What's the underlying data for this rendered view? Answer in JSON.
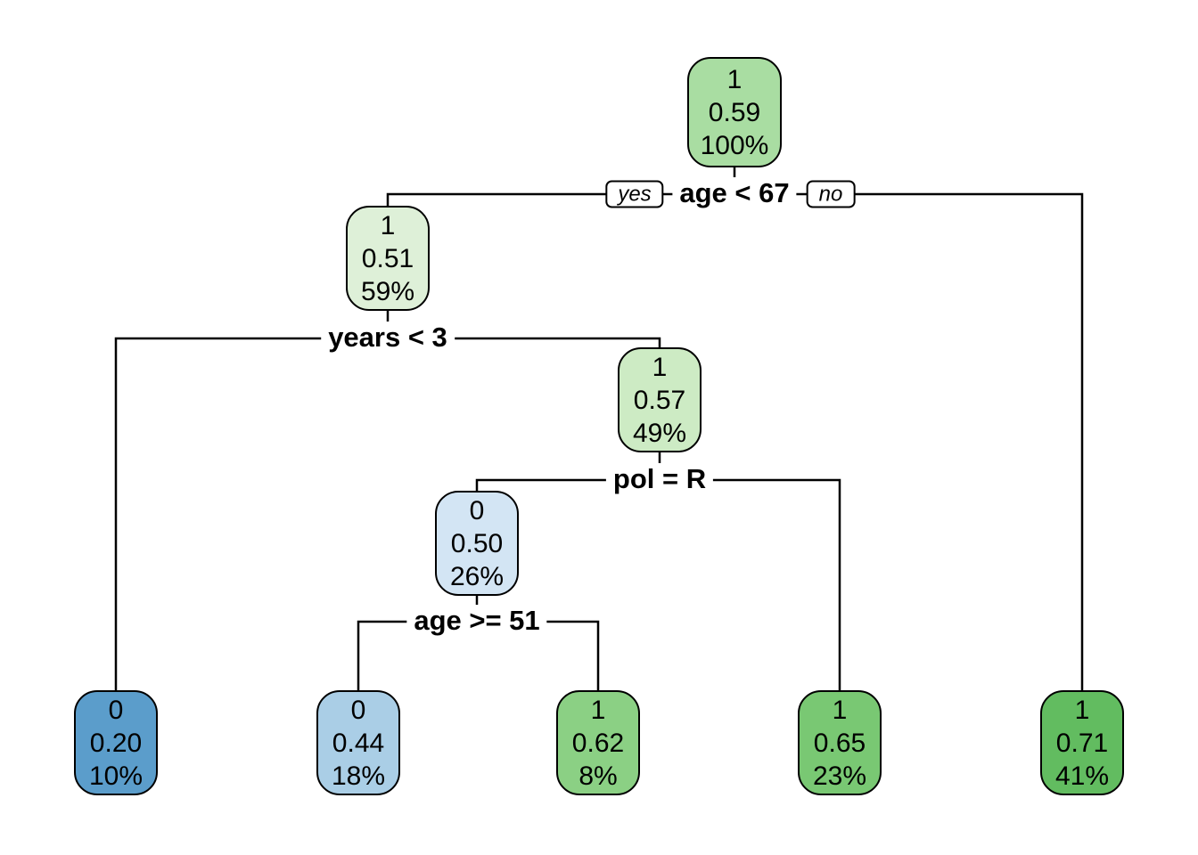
{
  "figure": {
    "type": "rpart-decision-tree",
    "background_color": "#ffffff",
    "branch_color": "#000000"
  },
  "branch_labels": {
    "yes": "yes",
    "no": "no"
  },
  "splits": [
    {
      "condition": "age < 67"
    },
    {
      "condition": "years < 3"
    },
    {
      "condition": "pol = R"
    },
    {
      "condition": "age >= 51"
    }
  ],
  "nodes": [
    {
      "class": "1",
      "prob": "0.59",
      "coverage": "100%",
      "fill": "#a9dda2"
    },
    {
      "class": "1",
      "prob": "0.51",
      "coverage": "59%",
      "fill": "#def0d8"
    },
    {
      "class": "0",
      "prob": "0.20",
      "coverage": "10%",
      "fill": "#5b9dcb"
    },
    {
      "class": "1",
      "prob": "0.57",
      "coverage": "49%",
      "fill": "#cdebc4"
    },
    {
      "class": "0",
      "prob": "0.50",
      "coverage": "26%",
      "fill": "#d3e5f4"
    },
    {
      "class": "0",
      "prob": "0.44",
      "coverage": "18%",
      "fill": "#aacee6"
    },
    {
      "class": "1",
      "prob": "0.62",
      "coverage": "8%",
      "fill": "#8bd084"
    },
    {
      "class": "1",
      "prob": "0.65",
      "coverage": "23%",
      "fill": "#79c873"
    },
    {
      "class": "1",
      "prob": "0.71",
      "coverage": "41%",
      "fill": "#62bc60"
    }
  ],
  "tree": {
    "root": {
      "node": "1 0.59 100%",
      "split": "age < 67",
      "yes": {
        "node": "1 0.51 59%",
        "split": "years < 3",
        "yes": {
          "leaf": "0 0.20 10%"
        },
        "no": {
          "node": "1 0.57 49%",
          "split": "pol = R",
          "yes": {
            "node": "0 0.50 26%",
            "split": "age >= 51",
            "yes": {
              "leaf": "0 0.44 18%"
            },
            "no": {
              "leaf": "1 0.62 8%"
            }
          },
          "no": {
            "leaf": "1 0.65 23%"
          }
        }
      },
      "no": {
        "leaf": "1 0.71 41%"
      }
    }
  }
}
